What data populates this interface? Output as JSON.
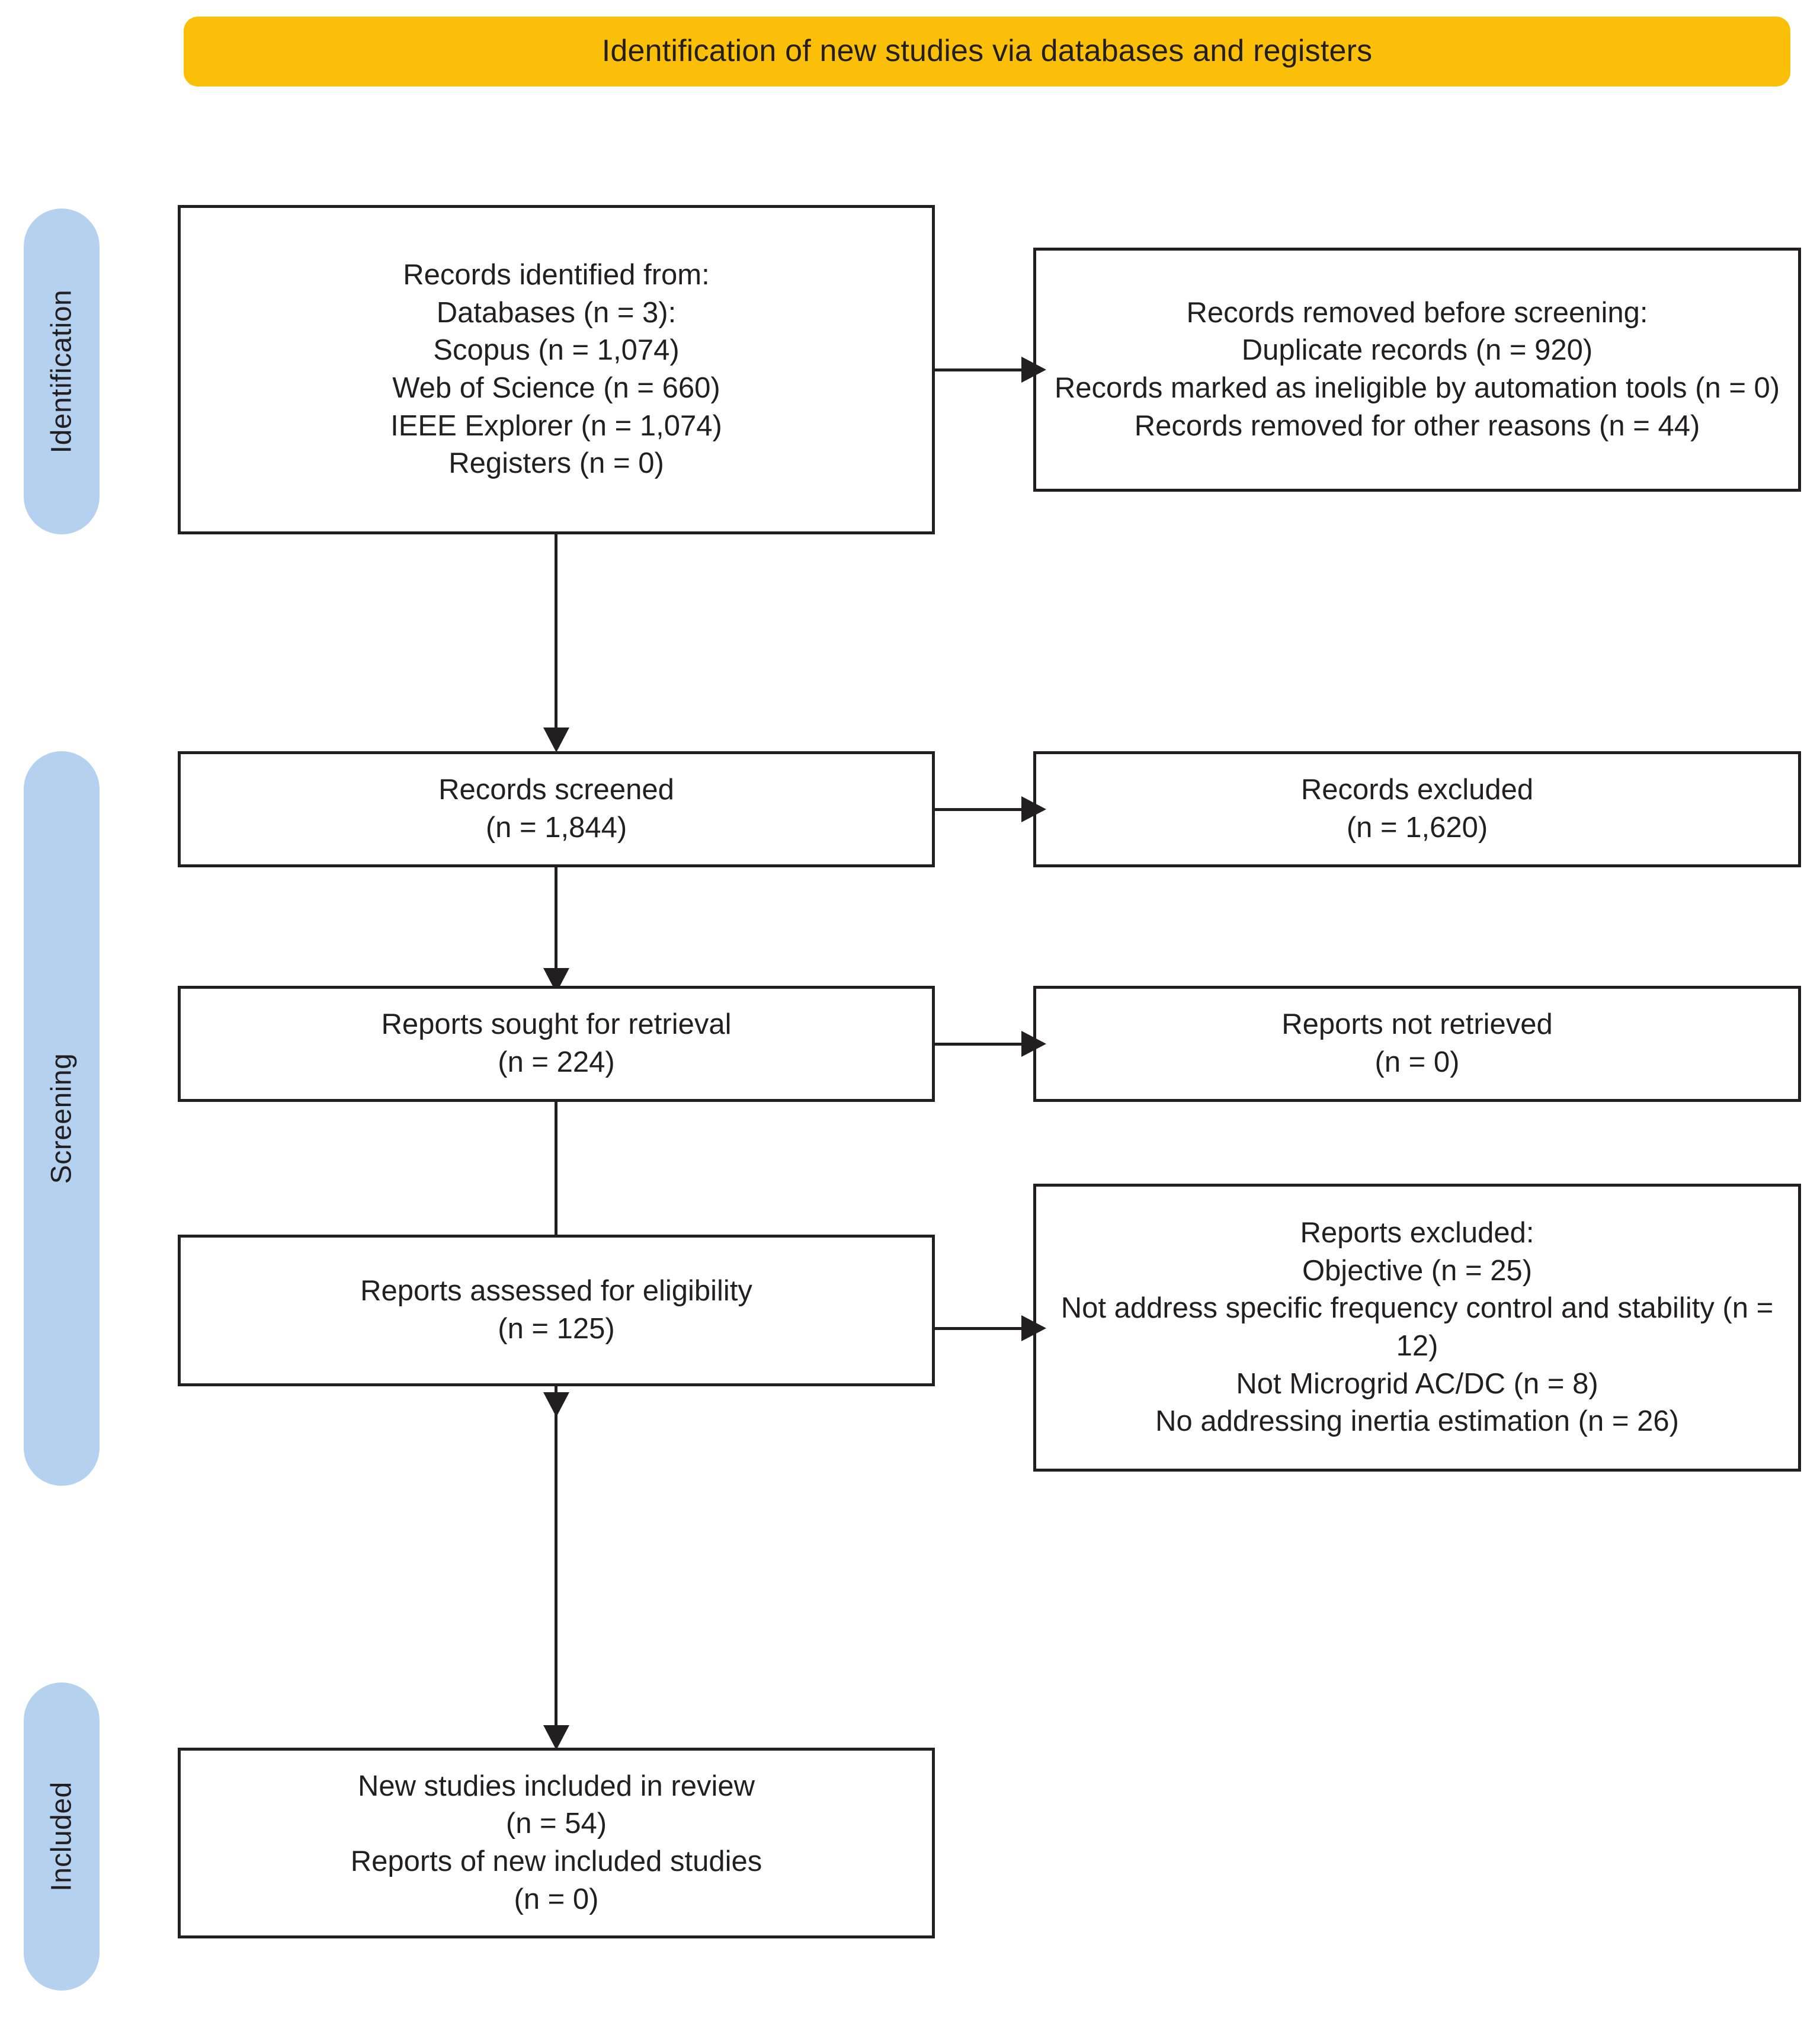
{
  "banner": {
    "title": "Identification of new studies via databases and registers",
    "color": "#FBBF07"
  },
  "rails": {
    "color": "#B4D1EF",
    "identification": "Identification",
    "screening": "Screening",
    "included": "Included"
  },
  "boxes": {
    "identified": {
      "lines": [
        "Records identified from:",
        "Databases (n = 3):",
        "Scopus (n = 1,074)",
        "Web of Science (n = 660)",
        "IEEE Explorer (n = 1,074)",
        "Registers (n = 0)"
      ]
    },
    "removed": {
      "lines": [
        "Records removed before screening:",
        "Duplicate records (n = 920)",
        "Records marked as ineligible by automation tools (n = 0)",
        "Records removed for other reasons (n = 44)"
      ]
    },
    "screened": {
      "lines": [
        "Records screened",
        "(n = 1,844)"
      ]
    },
    "excluded_records": {
      "lines": [
        "Records excluded",
        "(n = 1,620)"
      ]
    },
    "sought": {
      "lines": [
        "Reports sought for retrieval",
        "(n = 224)"
      ]
    },
    "not_retrieved": {
      "lines": [
        "Reports not retrieved",
        "(n = 0)"
      ]
    },
    "assessed": {
      "lines": [
        "Reports assessed for eligibility",
        "(n = 125)"
      ]
    },
    "reports_excluded": {
      "lines": [
        "Reports excluded:",
        "Objective (n = 25)",
        "Not address specific frequency control and stability (n = 12)",
        "Not Microgrid AC/DC (n = 8)",
        "No addressing inertia estimation (n = 26)"
      ]
    },
    "included": {
      "lines": [
        "New studies included in review",
        "(n = 54)",
        "Reports of new included studies",
        "(n = 0)"
      ]
    }
  }
}
